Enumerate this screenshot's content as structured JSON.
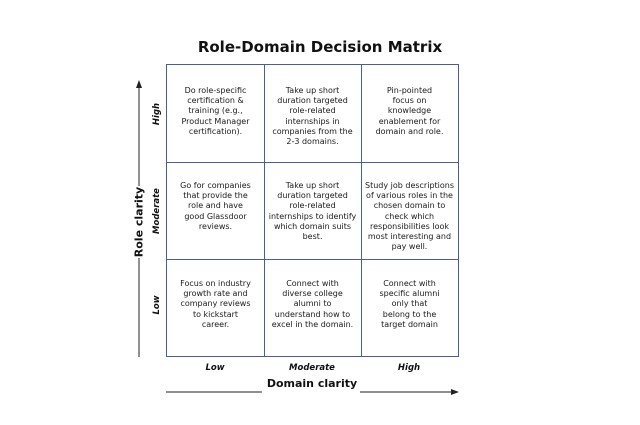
{
  "title": "Role-Domain Decision Matrix",
  "axes": {
    "x_title": "Domain clarity",
    "y_title": "Role clarity",
    "x_levels": [
      "Low",
      "Moderate",
      "High"
    ],
    "y_levels": [
      "High",
      "Moderate",
      "Low"
    ]
  },
  "cells": {
    "high_low": "Do role-specific\ncertification &\ntraining (e.g.,\nProduct Manager\ncertification).",
    "high_moderate": "Take up short\nduration targeted\nrole-related\ninternships in\ncompanies from the\n2-3 domains.",
    "high_high": "Pin-pointed\nfocus on\nknowledge\nenablement for\ndomain and role.",
    "moderate_low": "Go for companies\nthat provide the\nrole and have\ngood Glassdoor\nreviews.",
    "moderate_moderate": "Take up short\nduration targeted\nrole-related\ninternships to identify\nwhich domain suits\nbest.",
    "moderate_high": "Study job descriptions\nof various roles in the\nchosen domain to\ncheck which\nresponsibilities look\nmost interesting and\npay well.",
    "low_low": "Focus on industry\ngrowth rate and\ncompany reviews\nto kickstart\ncareer.",
    "low_moderate": "Connect with\ndiverse college\nalumni to\nunderstand how to\nexcel in the domain.",
    "low_high": "Connect with\nspecific alumni\nonly that\nbelong to the\ntarget domain"
  }
}
